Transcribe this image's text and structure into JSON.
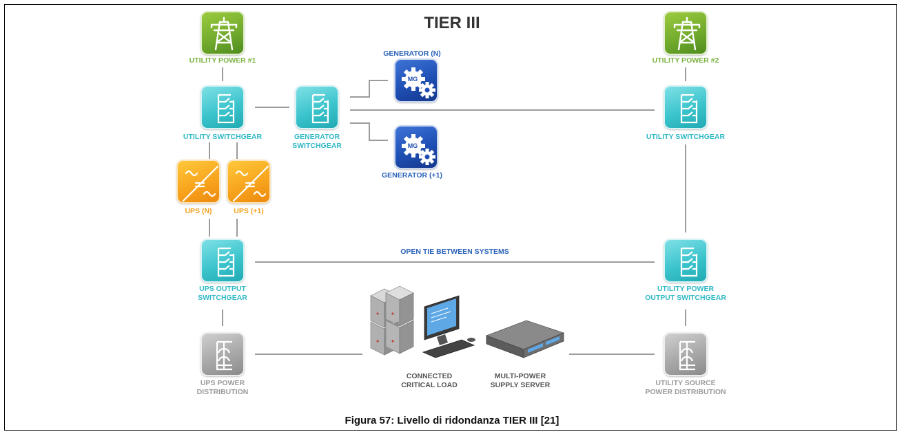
{
  "diagram": {
    "title": "TIER III",
    "caption": "Figura 57: Livello di ridondanza TIER III [21]",
    "tie_label": "OPEN TIE BETWEEN SYSTEMS"
  },
  "nodes": {
    "utility_power_1": {
      "label": "UTILITY POWER #1"
    },
    "utility_power_2": {
      "label": "UTILITY POWER #2"
    },
    "utility_switchgear_left": {
      "label": "UTILITY SWITCHGEAR"
    },
    "utility_switchgear_right": {
      "label": "UTILITY SWITCHGEAR"
    },
    "generator_switchgear": {
      "label": "GENERATOR\nSWITCHGEAR"
    },
    "generator_n": {
      "label": "GENERATOR (N)",
      "badge": "MG"
    },
    "generator_plus1": {
      "label": "GENERATOR (+1)",
      "badge": "MG"
    },
    "ups_n": {
      "label": "UPS (N)"
    },
    "ups_plus1": {
      "label": "UPS (+1)"
    },
    "ups_output_switchgear": {
      "label": "UPS OUTPUT\nSWITCHGEAR"
    },
    "utility_power_output_switchgear": {
      "label": "UTILITY POWER\nOUTPUT SWITCHGEAR"
    },
    "ups_power_distribution": {
      "label": "UPS POWER\nDISTRIBUTION"
    },
    "utility_source_power_distribution": {
      "label": "UTILITY SOURCE\nPOWER DISTRIBUTION"
    },
    "connected_critical_load": {
      "label": "CONNECTED\nCRITICAL LOAD"
    },
    "multi_power_supply_server": {
      "label": "MULTI-POWER\nSUPPLY SERVER"
    }
  },
  "colors": {
    "utility": "#7cb342",
    "switchgear": "#32b9c6",
    "generator": "#2a62b8",
    "ups": "#f2a01d",
    "distribution": "#9a9a9a",
    "wire": "#9b9b9b"
  }
}
